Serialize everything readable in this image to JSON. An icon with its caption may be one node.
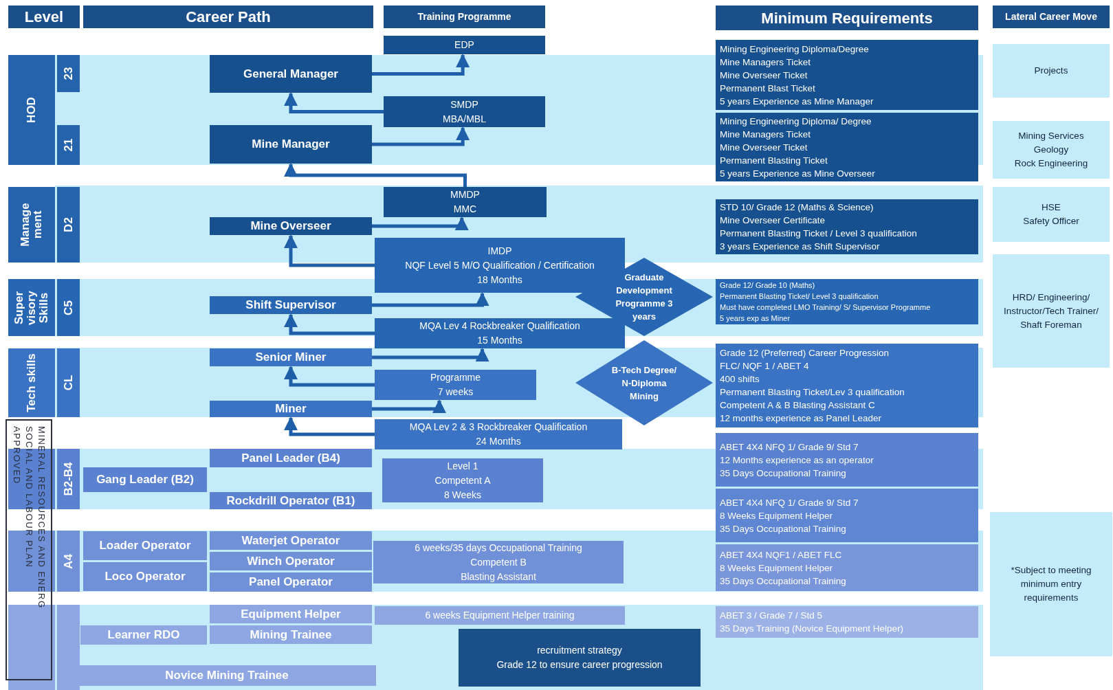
{
  "diagram": {
    "nodes": [
      {
        "text": [
          "Level"
        ]
      },
      {
        "text": [
          "Career Path"
        ]
      },
      {
        "text": [
          "Training Programme"
        ]
      },
      {
        "text": [
          "Minimum Requirements"
        ]
      },
      {
        "text": [
          "Lateral Career Move"
        ]
      },
      {
        "text": [
          "HOD"
        ]
      },
      {
        "text": [
          "23"
        ]
      },
      {
        "text": [
          "21"
        ]
      },
      {
        "text": [
          "EDP"
        ]
      },
      {
        "text": [
          "General Manager"
        ]
      },
      {
        "text": [
          "Mining Engineering Diploma/Degree",
          "Mine Managers Ticket",
          "Mine Overseer Ticket",
          "Permanent Blast Ticket",
          "5 years Experience as Mine Manager"
        ]
      },
      {
        "text": [
          "Projects"
        ]
      },
      {
        "text": [
          "SMDP",
          "MBA/MBL"
        ]
      },
      {
        "text": [
          "Mine Manager"
        ]
      },
      {
        "text": [
          "Mining Engineering Diploma/ Degree",
          "Mine Managers Ticket",
          "Mine Overseer Ticket",
          "Permanent Blasting Ticket",
          "5 years Experience as Mine Overseer"
        ]
      },
      {
        "text": [
          "Mining Services",
          "Geology",
          "Rock Engineering"
        ]
      },
      {
        "text": [
          "Manage ment"
        ]
      },
      {
        "text": [
          "D2"
        ]
      },
      {
        "text": [
          "MMDP",
          "MMC"
        ]
      },
      {
        "text": [
          "Mine Overseer"
        ]
      },
      {
        "text": [
          "STD 10/ Grade 12 (Maths & Science)",
          "Mine Overseer Certificate",
          "Permanent Blasting Ticket / Level 3 qualification",
          "3 years Experience as Shift Supervisor"
        ]
      },
      {
        "text": [
          "HSE",
          "Safety Officer"
        ]
      },
      {
        "text": [
          "IMDP",
          "NQF Level 5 M/O Qualification / Certification",
          "18 Months"
        ]
      },
      {
        "text": [
          "Super visory Skills"
        ]
      },
      {
        "text": [
          "C5"
        ]
      },
      {
        "text": [
          "Shift Supervisor"
        ]
      },
      {
        "text": [
          "Graduate Development Programme 3 years"
        ]
      },
      {
        "text": [
          "Grade 12/ Grade 10 (Maths)",
          "Permanent Blasting Ticket/ Level 3 qualification",
          "Must have completed LMO Training/ S/ Supervisor Programme",
          "5 years exp as Miner"
        ]
      },
      {
        "text": [
          "HRD/ Engineering/ Instructor/Tech Trainer/ Shaft Foreman"
        ]
      },
      {
        "text": [
          "MQA Lev 4 Rockbreaker Qualification",
          "15 Months"
        ]
      },
      {
        "text": [
          "Tech skills"
        ]
      },
      {
        "text": [
          "CL"
        ]
      },
      {
        "text": [
          "Senior Miner"
        ]
      },
      {
        "text": [
          "Programme",
          "7 weeks"
        ]
      },
      {
        "text": [
          "B-Tech Degree/ N-Diploma Mining"
        ]
      },
      {
        "text": [
          "Grade 12 (Preferred) Career Progression",
          "FLC/ NQF 1 / ABET 4",
          "400 shifts",
          "Permanent Blasting Ticket/Lev 3 qualification",
          "Competent A & B Blasting Assistant C",
          "12 months experience as Panel Leader"
        ]
      },
      {
        "text": [
          "Miner"
        ]
      },
      {
        "text": [
          "MQA Lev 2 & 3 Rockbreaker Qualification",
          "24 Months"
        ]
      },
      {
        "text": [],
        "shape": "box"
      },
      {
        "text": [
          "B2-B4"
        ]
      },
      {
        "text": [
          "Panel Leader (B4)"
        ]
      },
      {
        "text": [
          "Gang Leader (B2)"
        ]
      },
      {
        "text": [
          "Level 1",
          "Competent A",
          "8 Weeks"
        ]
      },
      {
        "text": [
          "ABET 4X4 NFQ 1/ Grade 9/ Std 7",
          "12 Months experience as an operator",
          "35 Days Occupational Training"
        ]
      },
      {
        "text": [
          "Rockdrill Operator (B1)"
        ]
      },
      {
        "text": [
          "ABET 4X4 NFQ 1/ Grade 9/ Std 7",
          "8 Weeks Equipment Helper",
          "35 Days Occupational Training"
        ]
      },
      {
        "text": [],
        "shape": "box"
      },
      {
        "text": [
          "A4"
        ]
      },
      {
        "text": [
          "Loader Operator"
        ]
      },
      {
        "text": [
          "Waterjet Operator"
        ]
      },
      {
        "text": [
          "6 weeks/35 days Occupational Training",
          "Competent B",
          "Blasting Assistant"
        ]
      },
      {
        "text": [
          "Winch Operator"
        ]
      },
      {
        "text": [
          "ABET 4X4 NQF1 / ABET FLC",
          "8 Weeks Equipment Helper",
          "35 Days Occupational Training"
        ]
      },
      {
        "text": [
          "Loco Operator"
        ]
      },
      {
        "text": [
          "Panel Operator"
        ]
      },
      {
        "text": [
          "*Subject to meeting minimum entry requirements"
        ]
      },
      {
        "text": [],
        "shape": "box"
      },
      {
        "text": [],
        "shape": "box"
      },
      {
        "text": [
          "Equipment Helper"
        ]
      },
      {
        "text": [
          "6 weeks Equipment Helper training"
        ]
      },
      {
        "text": [
          "ABET 3 / Grade 7 / Std 5",
          "35 Days Training (Novice Equipment Helper)"
        ]
      },
      {
        "text": [
          "Learner RDO"
        ]
      },
      {
        "text": [
          "Mining Trainee"
        ]
      },
      {
        "text": [
          "recruitment strategy",
          "Grade 12 to ensure career progression"
        ]
      },
      {
        "text": [
          "Novice Mining Trainee"
        ]
      }
    ],
    "edges": [
      {
        "from": 9,
        "to": 8,
        "arrow": "to"
      },
      {
        "from": 12,
        "to": 9,
        "arrow": "to"
      },
      {
        "from": 13,
        "to": 12,
        "arrow": "to"
      },
      {
        "from": 18,
        "to": 13,
        "arrow": "to"
      },
      {
        "from": 19,
        "to": 18,
        "arrow": "to"
      },
      {
        "from": 22,
        "to": 19,
        "arrow": "to"
      },
      {
        "from": 25,
        "to": 22,
        "arrow": "to"
      },
      {
        "from": 29,
        "to": 25,
        "arrow": "to"
      },
      {
        "from": 32,
        "to": 29,
        "arrow": "to"
      },
      {
        "from": 33,
        "to": 32,
        "arrow": "to"
      },
      {
        "from": 36,
        "to": 33,
        "arrow": "to"
      },
      {
        "from": 37,
        "to": 36,
        "arrow": "to"
      }
    ],
    "labels": [
      "MINERAL RESOURCES AND ENERG",
      "SOCIAL AND LABOUR PLAN",
      "APPROVED"
    ]
  }
}
